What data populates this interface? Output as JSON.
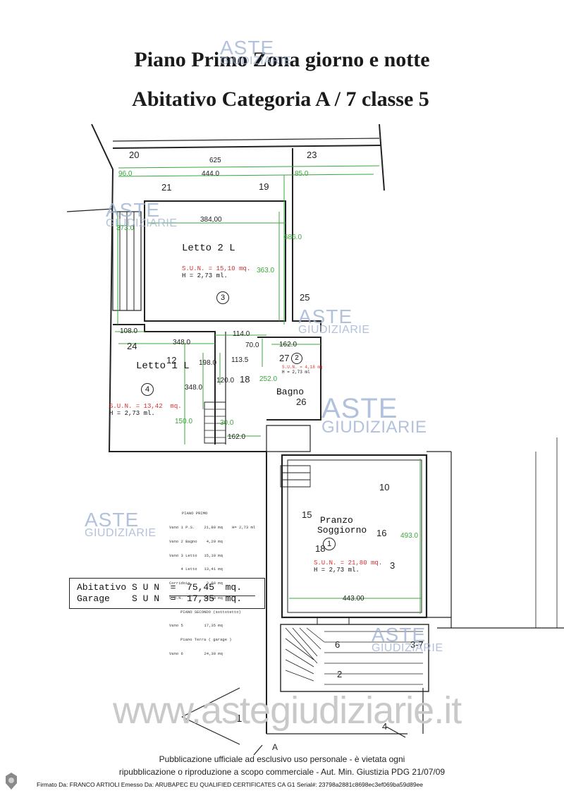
{
  "header": {
    "title_line1": "Piano Primo  Zona giorno e notte",
    "title_line2": "Abitativo Categoria A / 7 classe 5"
  },
  "watermark": {
    "brand_top": "ASTE",
    "brand_bottom": "GIUDIZIARIE",
    "url": "www.astegiudiziarie.it"
  },
  "rooms": {
    "letto2": {
      "name": "Letto 2 L",
      "sun": "S.U.N. = 15,10 mq.",
      "height": "H = 2,73 ml.",
      "number": "3"
    },
    "letto1": {
      "name": "Letto 1 L",
      "sun": "S.U.N. = 13,42  mq.",
      "height": "H = 2,73 ml.",
      "number": "4"
    },
    "bagno": {
      "name": "Bagno",
      "sun": "S.U.N. = 4,18 mq",
      "height": "H = 2,73 ml",
      "number": "2"
    },
    "pranzo": {
      "name_line1": "Pranzo",
      "name_line2": "Soggiorno",
      "sun": "S.U.N. = 21,80 mq.",
      "height": "H = 2,73 ml.",
      "number": "1"
    }
  },
  "dimensions": {
    "d625": "625",
    "d96": "96.0",
    "d444": "444.0",
    "d85": "85.0",
    "d384": "384,00",
    "d373": "373.0",
    "d686": "686.0",
    "d363": "363.0",
    "d108": "108.0",
    "d114": "114.0",
    "d348a": "348.0",
    "d70": "70.0",
    "d162a": "162.0",
    "d198": "198.0",
    "d113": "113.5",
    "d120": "120.0",
    "d252": "252.0",
    "d348b": "348.0",
    "d150": "150.0",
    "d300": "30.0",
    "d162b": "162.0",
    "d493": "493.0",
    "d443": "443.00"
  },
  "markers": {
    "m20": "20",
    "m23": "23",
    "m21": "21",
    "m19": "19",
    "m25": "25",
    "m24": "24",
    "m12": "12",
    "m27": "27",
    "m18a": "18",
    "m26": "26",
    "m10": "10",
    "m15": "15",
    "m16": "16",
    "m18b": "18",
    "m3": "3",
    "m6": "6",
    "m37": "3-7",
    "m2": "2",
    "m1": "1",
    "m4": "4",
    "mA": "A"
  },
  "legend": {
    "l1": "PIANO PRIMO",
    "l2": "Vano 1 P.S.    21,80 mq    H= 2,73 ml",
    "l3": "Vano 2 Bagno    4,29 mq",
    "l4": "Vano 3 Letto   15,10 mq",
    "l5": "     4 Letto   13,41 mq",
    "l6": "Corridoio       3,60 mq",
    "l7": "S.U.N.         58,10 mq",
    "l8": "PIANO SECONDO (sottotetto)",
    "l9": "Vano 5         17,35 mq",
    "l10": "Piano Terra ( garage )",
    "l11": "Vano 6         24,30 mq"
  },
  "summary": {
    "row1": "Abitativo S U N  =  75,45  mq.",
    "row2": "Garage    S U N  =  17,35  mq."
  },
  "footer": {
    "line1": "Pubblicazione ufficiale ad esclusivo uso personale - è vietata ogni",
    "line2": "ripubblicazione o riproduzione a scopo commerciale - Aut. Min. Giustizia PDG 21/07/09",
    "signature": "Firmato Da: FRANCO ARTIOLI Emesso Da: ARUBAPEC EU QUALIFIED CERTIFICATES CA G1 Serial#: 23798a2881c8698ec3ef069ba59d89ee"
  },
  "colors": {
    "wall": "#222222",
    "dimension": "#3aa83a",
    "sun_text": "#d23030",
    "watermark": "#9fb3d4"
  }
}
